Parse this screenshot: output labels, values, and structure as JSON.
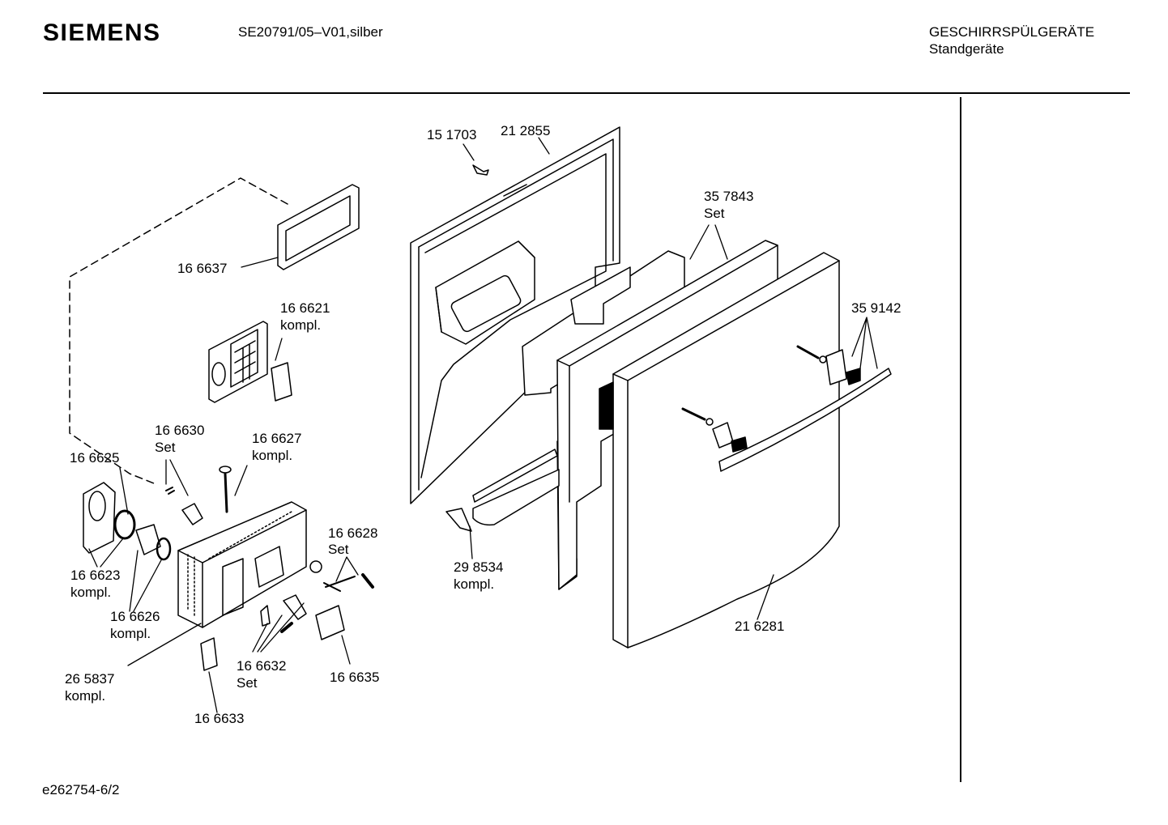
{
  "header": {
    "brand": "SIEMENS",
    "model": "SE20791/05–V01,silber",
    "category": "GESCHIRRSPÜLGERÄTE",
    "subcategory": "Standgeräte"
  },
  "footer": {
    "code": "e262754-6/2"
  },
  "parts": {
    "p151703": "15 1703",
    "p212855": "21 2855",
    "p357843": "35 7843",
    "p357843_note": "Set",
    "p166637": "16 6637",
    "p166621": "16 6621",
    "p166621_note": "kompl.",
    "p359142": "35 9142",
    "p166630": "16 6630",
    "p166630_note": "Set",
    "p166627": "16 6627",
    "p166627_note": "kompl.",
    "p166625": "16 6625",
    "p166628": "16 6628",
    "p166628_note": "Set",
    "p298534": "29 8534",
    "p298534_note": "kompl.",
    "p166623": "16 6623",
    "p166623_note": "kompl.",
    "p166626": "16 6626",
    "p166626_note": "kompl.",
    "p216281": "21 6281",
    "p265837": "26 5837",
    "p265837_note": "kompl.",
    "p166632": "16 6632",
    "p166632_note": "Set",
    "p166635": "16 6635",
    "p166633": "16 6633"
  }
}
